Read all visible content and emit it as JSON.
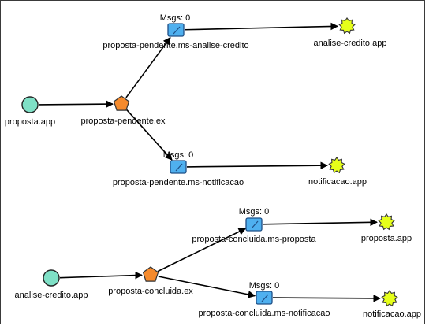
{
  "producers": [
    {
      "id": "p1",
      "label": "proposta.app"
    },
    {
      "id": "p2",
      "label": "analise-credito.app"
    }
  ],
  "exchanges": [
    {
      "id": "e1",
      "label": "proposta-pendente.ex"
    },
    {
      "id": "e2",
      "label": "proposta-concluida.ex"
    }
  ],
  "queues": [
    {
      "id": "q1",
      "label": "proposta-pendente.ms-analise-credito",
      "msgs": "Msgs: 0"
    },
    {
      "id": "q2",
      "label": "proposta-pendente.ms-notificacao",
      "msgs": "Msgs: 0"
    },
    {
      "id": "q3",
      "label": "proposta-concluida.ms-proposta",
      "msgs": "Msgs: 0"
    },
    {
      "id": "q4",
      "label": "proposta-concluida.ms-notificacao",
      "msgs": "Msgs: 0"
    }
  ],
  "consumers": [
    {
      "id": "c1",
      "label": "analise-credito.app"
    },
    {
      "id": "c2",
      "label": "notificacao.app"
    },
    {
      "id": "c3",
      "label": "proposta.app"
    },
    {
      "id": "c4",
      "label": "notificacao.app"
    }
  ],
  "edges": [
    {
      "from": "p1",
      "to": "e1"
    },
    {
      "from": "e1",
      "to": "q1"
    },
    {
      "from": "e1",
      "to": "q2"
    },
    {
      "from": "q1",
      "to": "c1"
    },
    {
      "from": "q2",
      "to": "c2"
    },
    {
      "from": "p2",
      "to": "e2"
    },
    {
      "from": "e2",
      "to": "q3"
    },
    {
      "from": "e2",
      "to": "q4"
    },
    {
      "from": "q3",
      "to": "c3"
    },
    {
      "from": "q4",
      "to": "c4"
    }
  ],
  "colors": {
    "producer": "#7fe0c6",
    "exchange": "#f58a2c",
    "queue": "#4fb0ef",
    "consumer": "#e6ff1a"
  }
}
